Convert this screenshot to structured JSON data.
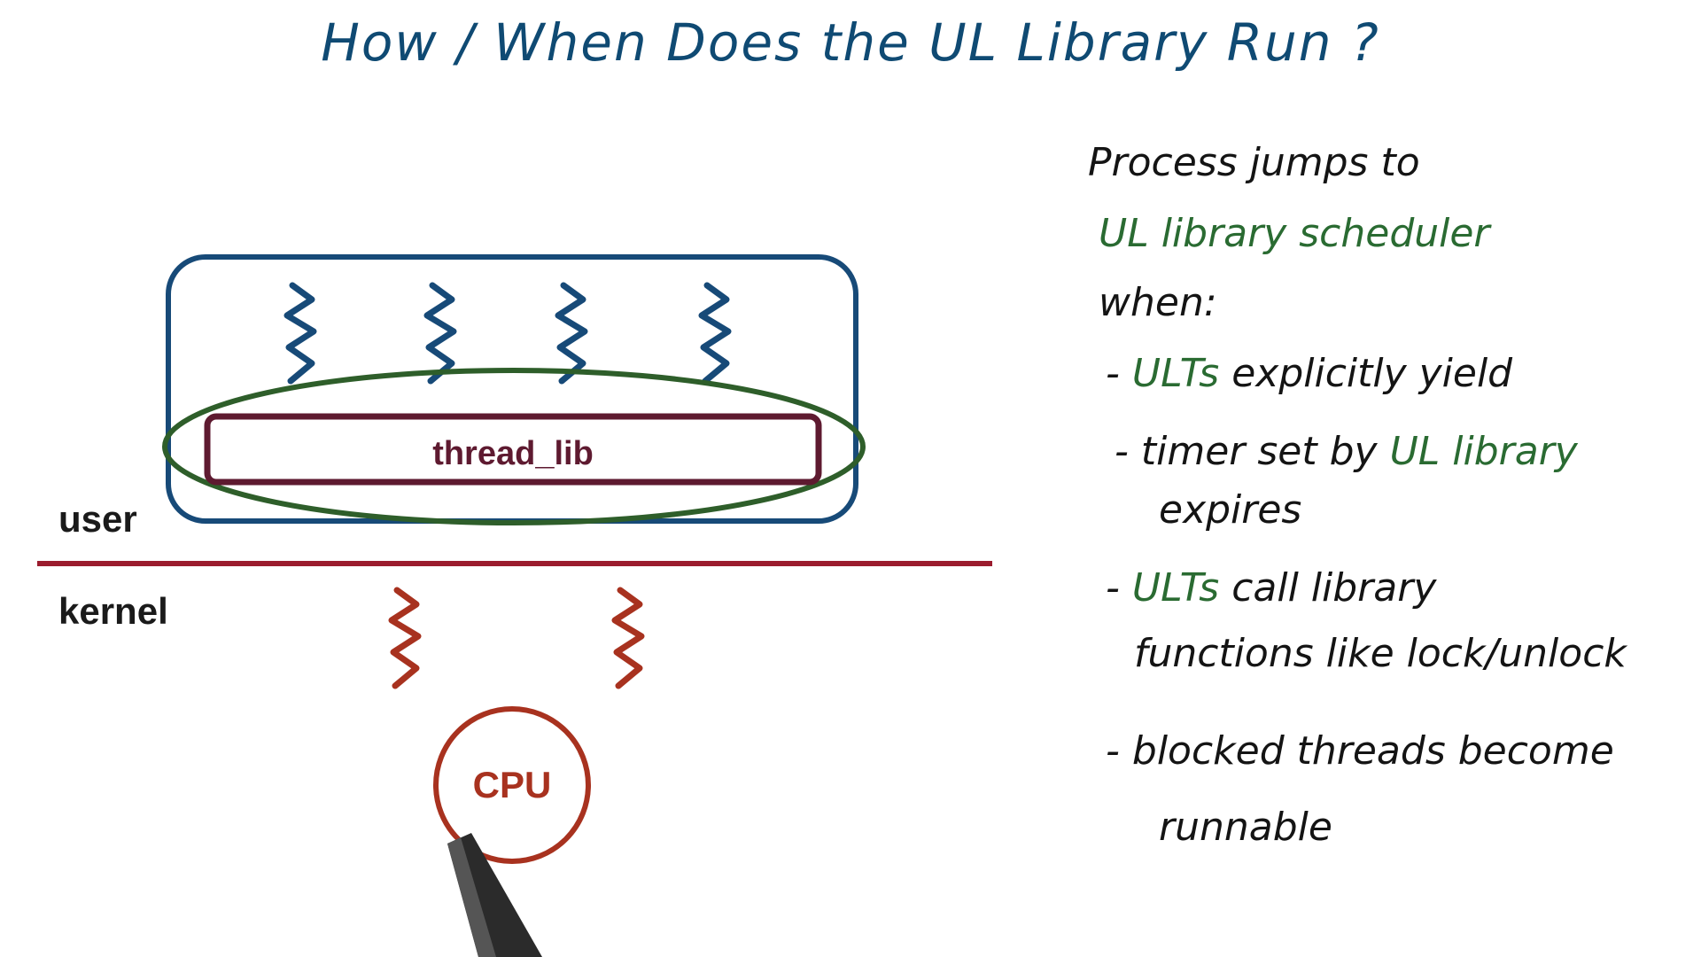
{
  "title": "How / When Does the UL Library Run ?",
  "diagram": {
    "user_label": "user",
    "kernel_label": "kernel",
    "thread_lib_label": "thread_lib",
    "cpu_label": "CPU",
    "user_thread_count": 4,
    "kernel_thread_count": 2,
    "colors": {
      "process_box": "#174a78",
      "user_threads": "#174a78",
      "scheduler_ellipse": "#2e5e2a",
      "thread_lib_box": "#5e1a30",
      "boundary_line": "#9b1c2e",
      "kernel_threads": "#a8321f",
      "cpu": "#a8321f"
    }
  },
  "notes": {
    "intro_1": "Process jumps to",
    "intro_2": "UL library scheduler",
    "intro_3": "when:",
    "bullet_1_dash": "-",
    "bullet_1_green": "ULTs",
    "bullet_1_rest": "explicitly yield",
    "bullet_2_dash": "-",
    "bullet_2_text": "timer set by",
    "bullet_2_green": "UL library",
    "bullet_2_cont": "expires",
    "bullet_3_dash": "-",
    "bullet_3_green": "ULTs",
    "bullet_3_rest": "call library",
    "bullet_3_cont": "functions like lock/unlock",
    "bullet_4_dash": "-",
    "bullet_4_text": "blocked threads become",
    "bullet_4_cont": "runnable"
  }
}
